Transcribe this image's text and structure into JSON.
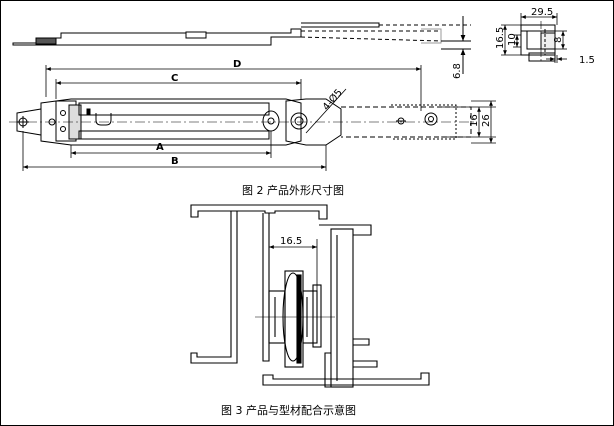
{
  "fig2": {
    "caption": "图 2   产品外形尺寸图",
    "dims": {
      "A": "A",
      "B": "B",
      "C": "C",
      "D": "D",
      "hole": "4-Ø5",
      "h16": "16",
      "h26": "26",
      "h6_8": "6.8",
      "side_16_5": "16.5",
      "side_10": "10",
      "side_29_5": "29.5",
      "side_8": "8",
      "side_1_5": "1.5"
    }
  },
  "fig3": {
    "caption": "图 3   产品与型材配合示意图",
    "dims": {
      "w16_5": "16.5"
    }
  }
}
